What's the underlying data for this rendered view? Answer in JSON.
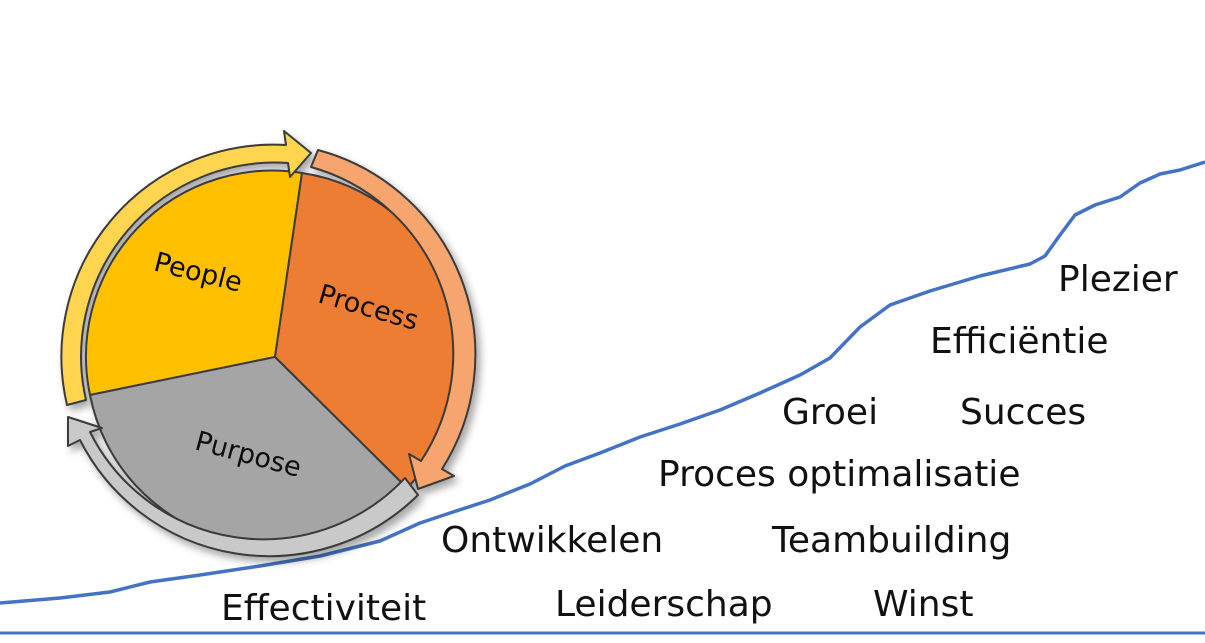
{
  "cycle": {
    "segments": [
      {
        "label": "People",
        "fill": "#FFC000",
        "arrow": "#FFD54F"
      },
      {
        "label": "Process",
        "fill": "#ED7D31",
        "arrow": "#F6A56E"
      },
      {
        "label": "Purpose",
        "fill": "#A5A5A5",
        "arrow": "#C9C9C9"
      }
    ],
    "outline_color": "#3A3A3A"
  },
  "growth_line": {
    "color": "#4472C4"
  },
  "baseline": {
    "color": "#4472C4"
  },
  "words": [
    "Plezier",
    "Efficiëntie",
    "Groei",
    "Succes",
    "Proces optimalisatie",
    "Ontwikkelen",
    "Teambuilding",
    "Effectiviteit",
    "Leiderschap",
    "Winst"
  ]
}
